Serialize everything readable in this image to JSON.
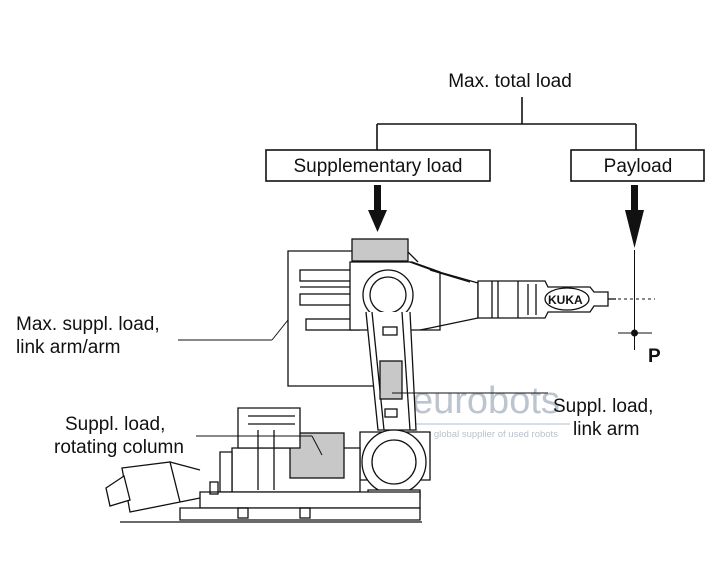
{
  "labels": {
    "max_total_load": "Max. total load",
    "supplementary_load": "Supplementary load",
    "payload": "Payload",
    "max_suppl_link_arm_line1": "Max. suppl. load,",
    "max_suppl_link_arm_line2": "link arm/arm",
    "suppl_rotating_line1": "Suppl. load,",
    "suppl_rotating_line2": "rotating column",
    "suppl_link_arm_line1": "Suppl. load,",
    "suppl_link_arm_line2": "link arm",
    "point_p": "P"
  },
  "robot": {
    "brand": "KUKA"
  },
  "watermark": {
    "logo": "eurobots",
    "tagline": "Your global supplier of used robots"
  },
  "colors": {
    "line": "#111111",
    "load_fill": "#c8c8c8",
    "watermark": "#b9c6d6"
  }
}
